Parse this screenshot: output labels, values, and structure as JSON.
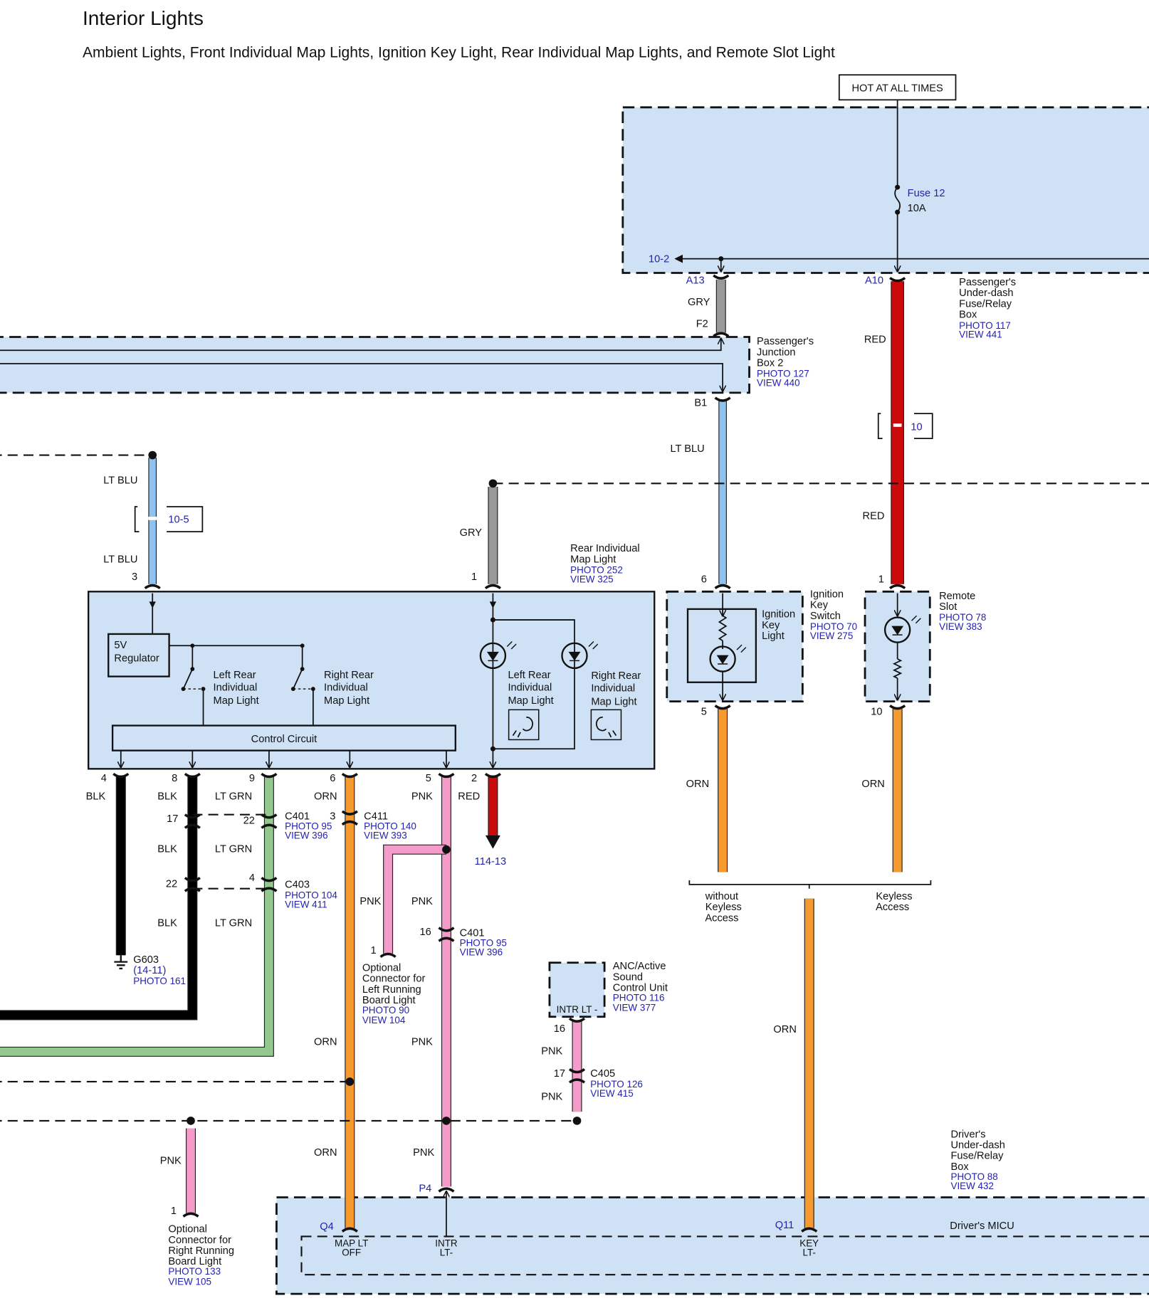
{
  "header": {
    "title": "Interior Lights",
    "subtitle": "Ambient Lights, Front Individual Map Lights, Ignition Key Light, Rear Individual Map Lights, and Remote Slot Light"
  },
  "colors": {
    "box_fill": "#cfe2f5",
    "blk": "#000000",
    "gry": "#999999",
    "red": "#cc0a0a",
    "lt_blu": "#8fc3ef",
    "lt_grn": "#93c98e",
    "orn": "#f79a2e",
    "pnk": "#f59bc9",
    "ref_text": "#2323b0"
  },
  "power": {
    "label": "HOT AT ALL TIMES",
    "fuse": "Fuse 12",
    "rating": "10A",
    "ref": "10-2"
  },
  "under_dash_box": {
    "lines": [
      "Passenger's",
      "Under-dash",
      "Fuse/Relay",
      "Box"
    ],
    "photo": "PHOTO 117",
    "view": "VIEW 441",
    "pin_a13": "A13",
    "pin_a10": "A10"
  },
  "junction_box": {
    "lines": [
      "Passenger's",
      "Junction",
      "Box 2"
    ],
    "photo": "PHOTO 127",
    "view": "VIEW 440",
    "pin_f2": "F2",
    "pin_b1": "B1"
  },
  "wires": {
    "gry": "GRY",
    "red": "RED",
    "lt_blu": "LT BLU",
    "orn": "ORN",
    "blk": "BLK",
    "lt_grn": "LT GRN",
    "pnk": "PNK",
    "ref_10": "10",
    "ref_10_5": "10-5",
    "ref_114_13": "114-13"
  },
  "rear_map_light": {
    "lines": [
      "Rear Individual",
      "Map Light"
    ],
    "photo": "PHOTO 252",
    "view": "VIEW 325",
    "regulator": [
      "5V",
      "Regulator"
    ],
    "left_switch": [
      "Left Rear",
      "Individual",
      "Map Light"
    ],
    "right_switch": [
      "Right Rear",
      "Individual",
      "Map Light"
    ],
    "control": "Control Circuit",
    "left_lamp": [
      "Left Rear",
      "Individual",
      "Map Light"
    ],
    "right_lamp": [
      "Right Rear",
      "Individual",
      "Map Light"
    ],
    "pins": {
      "p3": "3",
      "p1": "1",
      "p4": "4",
      "p8": "8",
      "p9": "9",
      "p6": "6",
      "p5": "5",
      "p2": "2"
    }
  },
  "ignition": {
    "inner": [
      "Ignition",
      "Key",
      "Light"
    ],
    "lines": [
      "Ignition",
      "Key",
      "Switch"
    ],
    "photo": "PHOTO 70",
    "view": "VIEW 275",
    "pin_top": "6",
    "pin_bottom": "5"
  },
  "remote_slot": {
    "lines": [
      "Remote",
      "Slot"
    ],
    "photo": "PHOTO 78",
    "view": "VIEW 383",
    "pin_top": "1",
    "pin_bottom": "10"
  },
  "keyless": {
    "without": [
      "without",
      "Keyless",
      "Access"
    ],
    "with": [
      "Keyless",
      "Access"
    ]
  },
  "c401a": {
    "name": "C401",
    "photo": "PHOTO 95",
    "view": "VIEW 396",
    "pin_a": "17",
    "pin_b": "22"
  },
  "c403": {
    "name": "C403",
    "photo": "PHOTO 104",
    "view": "VIEW 411",
    "pin_a": "22",
    "pin_b": "4"
  },
  "c411": {
    "name": "C411",
    "photo": "PHOTO 140",
    "view": "VIEW 393",
    "pin": "3"
  },
  "c401b": {
    "name": "C401",
    "photo": "PHOTO 95",
    "view": "VIEW 396",
    "pin": "16"
  },
  "c405": {
    "name": "C405",
    "photo": "PHOTO 126",
    "view": "VIEW 415",
    "pin_a": "16",
    "pin_b": "17"
  },
  "ground": {
    "name": "G603",
    "ref": "(14-11)",
    "photo": "PHOTO 161"
  },
  "opt_left": {
    "pin": "1",
    "lines": [
      "Optional",
      "Connector for",
      "Left Running",
      "Board Light"
    ],
    "photo": "PHOTO 90",
    "view": "VIEW 104"
  },
  "opt_right": {
    "pin": "1",
    "lines": [
      "Optional",
      "Connector for",
      "Right Running",
      "Board Light"
    ],
    "photo": "PHOTO 133",
    "view": "VIEW 105"
  },
  "anc": {
    "pin_label": "INTR LT -",
    "lines": [
      "ANC/Active",
      "Sound",
      "Control Unit"
    ],
    "photo": "PHOTO 116",
    "view": "VIEW 377"
  },
  "driver_box": {
    "lines": [
      "Driver's",
      "Under-dash",
      "Fuse/Relay",
      "Box"
    ],
    "photo": "PHOTO 88",
    "view": "VIEW 432"
  },
  "micu": {
    "name": "Driver's MICU",
    "pin_q4": "Q4",
    "pin_p4": "P4",
    "pin_q11": "Q11",
    "map_lt_off": [
      "MAP LT",
      "OFF"
    ],
    "intr_lt": [
      "INTR",
      "LT-"
    ],
    "key_lt": [
      "KEY",
      "LT-"
    ]
  }
}
